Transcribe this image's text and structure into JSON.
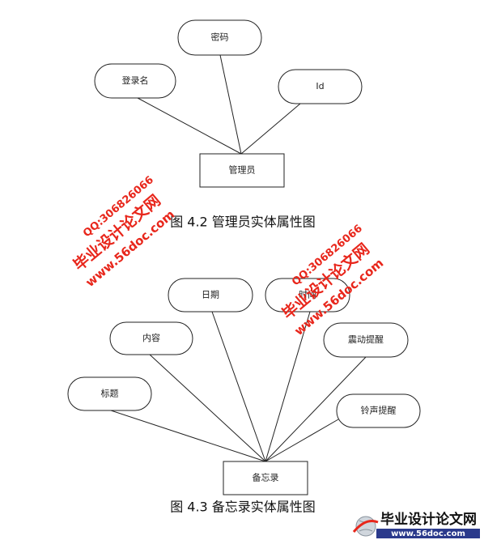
{
  "diagram1": {
    "entity": "管理员",
    "attributes": [
      "密码",
      "登录名",
      "Id"
    ],
    "caption": "图 4.2 管理员实体属性图"
  },
  "diagram2": {
    "entity": "备忘录",
    "attributes": [
      "日期",
      "时间",
      "内容",
      "震动提醒",
      "标题",
      "铃声提醒"
    ],
    "caption": "图 4.3 备忘录实体属性图"
  },
  "watermark": {
    "site_name": "毕业设计论文网",
    "url": "www.56doc.com",
    "qq": "QQ:306826066",
    "color": "#e8261b"
  },
  "logo": {
    "site_name": "毕业设计论文网",
    "url": "www.56doc.com"
  }
}
